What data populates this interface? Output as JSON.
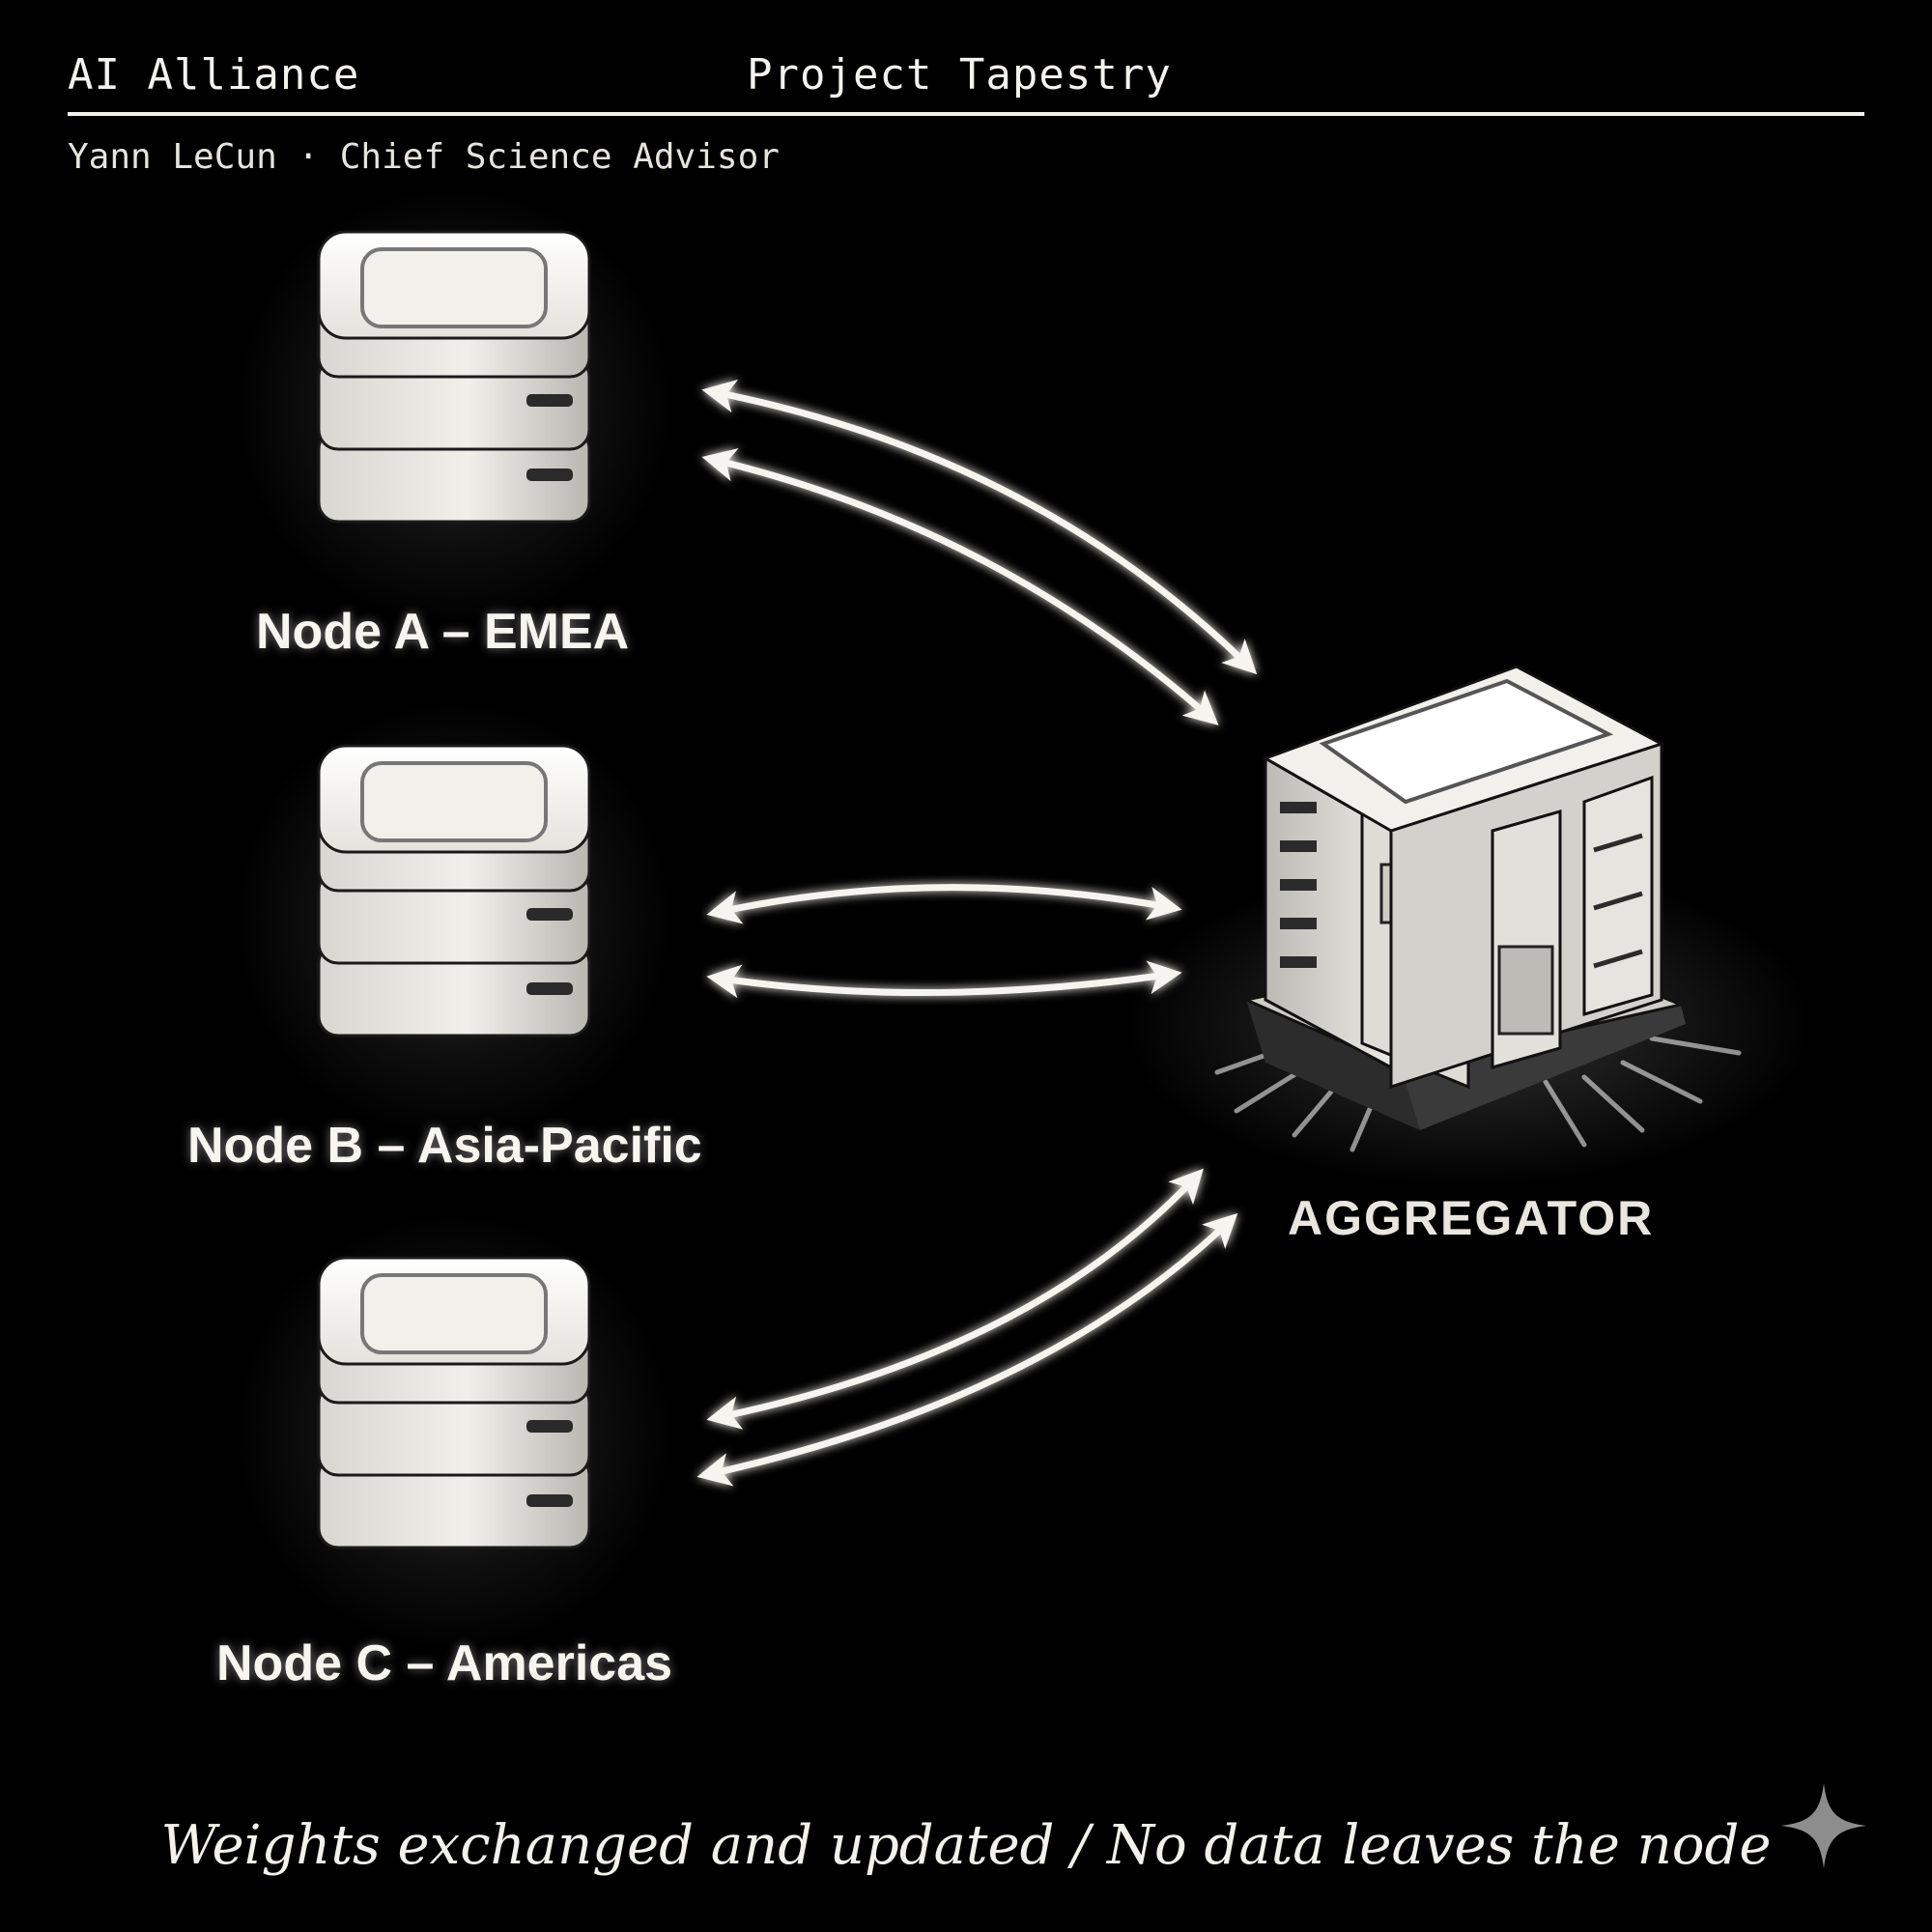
{
  "header": {
    "org": "AI Alliance",
    "project": "Project Tapestry",
    "subtitle": "Yann LeCun · Chief Science Advisor"
  },
  "nodes": [
    {
      "label": "Node A – EMEA"
    },
    {
      "label": "Node B – Asia-Pacific"
    },
    {
      "label": "Node C – Americas"
    }
  ],
  "aggregator": {
    "label": "AGGREGATOR"
  },
  "footer": {
    "caption": "Weights exchanged and updated / No data leaves the node"
  },
  "icons": {
    "node": "server-stack-icon",
    "aggregator": "aggregator-server-icon",
    "arrows": "bidirectional-arrow-icon",
    "watermark": "sparkle-icon"
  },
  "colors": {
    "background": "#000000",
    "foreground": "#f2f0ea"
  }
}
